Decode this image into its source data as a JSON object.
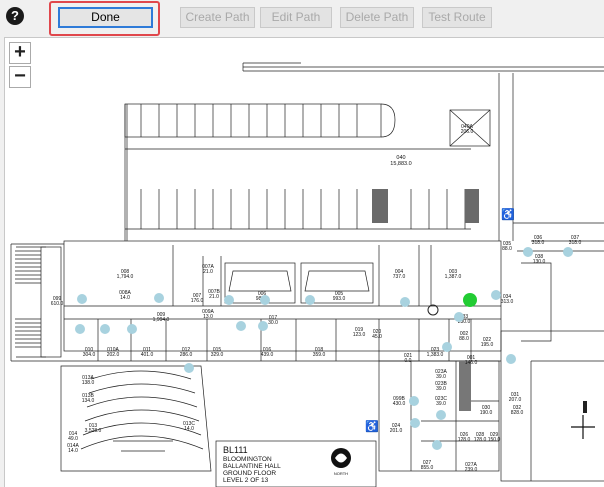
{
  "toolbar": {
    "help_label": "?",
    "done_label": "Done",
    "create_path_label": "Create Path",
    "edit_path_label": "Edit Path",
    "delete_path_label": "Delete Path",
    "test_route_label": "Test Route"
  },
  "zoom": {
    "in_label": "+",
    "out_label": "−"
  },
  "rooms": [
    {
      "num": "008",
      "area": "1,794.0"
    },
    {
      "num": "008A",
      "area": "14.0"
    },
    {
      "num": "007A",
      "area": "21.0"
    },
    {
      "num": "007B",
      "area": "21.0"
    },
    {
      "num": "007",
      "area": "176.0"
    },
    {
      "num": "006",
      "area": "987.0"
    },
    {
      "num": "005",
      "area": "993.0"
    },
    {
      "num": "004",
      "area": "737.0"
    },
    {
      "num": "003",
      "area": "1,387.0"
    },
    {
      "num": "009",
      "area": "1,994.0"
    },
    {
      "num": "009A",
      "area": "13.0"
    },
    {
      "num": "010",
      "area": "304.0"
    },
    {
      "num": "010A",
      "area": "202.0"
    },
    {
      "num": "011",
      "area": "401.0"
    },
    {
      "num": "012",
      "area": "286.0"
    },
    {
      "num": "015",
      "area": "329.0"
    },
    {
      "num": "016",
      "area": "439.0"
    },
    {
      "num": "017",
      "area": "30.0"
    },
    {
      "num": "018",
      "area": "359.0"
    },
    {
      "num": "019",
      "area": "123.0"
    },
    {
      "num": "020",
      "area": "45.0"
    },
    {
      "num": "021",
      "area": "0.0"
    },
    {
      "num": "022",
      "area": "195.0"
    },
    {
      "num": "023",
      "area": "1,383.0"
    },
    {
      "num": "001",
      "area": "146.0"
    },
    {
      "num": "002",
      "area": "88.0"
    },
    {
      "num": "033",
      "area": "230.0"
    },
    {
      "num": "034",
      "area": "313.0"
    },
    {
      "num": "035",
      "area": "88.0"
    },
    {
      "num": "036",
      "area": "318.0"
    },
    {
      "num": "037",
      "area": "318.0"
    },
    {
      "num": "038",
      "area": "130.0"
    },
    {
      "num": "040",
      "area": "15,883.0"
    },
    {
      "num": "040A",
      "area": "206.0"
    },
    {
      "num": "013",
      "area": "3,528.0"
    },
    {
      "num": "013A",
      "area": "138.0"
    },
    {
      "num": "013B",
      "area": "134.0"
    },
    {
      "num": "013C",
      "area": "14.0"
    },
    {
      "num": "014",
      "area": "49.0"
    },
    {
      "num": "014A",
      "area": "14.0"
    },
    {
      "num": "099",
      "area": "610.0"
    },
    {
      "num": "099B",
      "area": "430.0"
    },
    {
      "num": "023A",
      "area": "39.0"
    },
    {
      "num": "023B",
      "area": "39.0"
    },
    {
      "num": "023C",
      "area": "39.0"
    },
    {
      "num": "024",
      "area": "201.0"
    },
    {
      "num": "026",
      "area": "128.0"
    },
    {
      "num": "028",
      "area": "128.0"
    },
    {
      "num": "029",
      "area": "150.0"
    },
    {
      "num": "030",
      "area": "190.0"
    },
    {
      "num": "031",
      "area": "207.0"
    },
    {
      "num": "032",
      "area": "828.0"
    },
    {
      "num": "027",
      "area": "855.0"
    },
    {
      "num": "027A",
      "area": "239.0"
    }
  ],
  "title_block": {
    "building_code": "BL111",
    "city": "BLOOMINGTON",
    "building_name": "BALLANTINE HALL",
    "floor_name": "GROUND FLOOR",
    "level": "LEVEL 2 OF 13",
    "north_label": "NORTH"
  },
  "colors": {
    "node": "#a8d2df",
    "selected_node": "#22cc33",
    "highlight": "#e0474c",
    "accessible": "#cc2222"
  }
}
